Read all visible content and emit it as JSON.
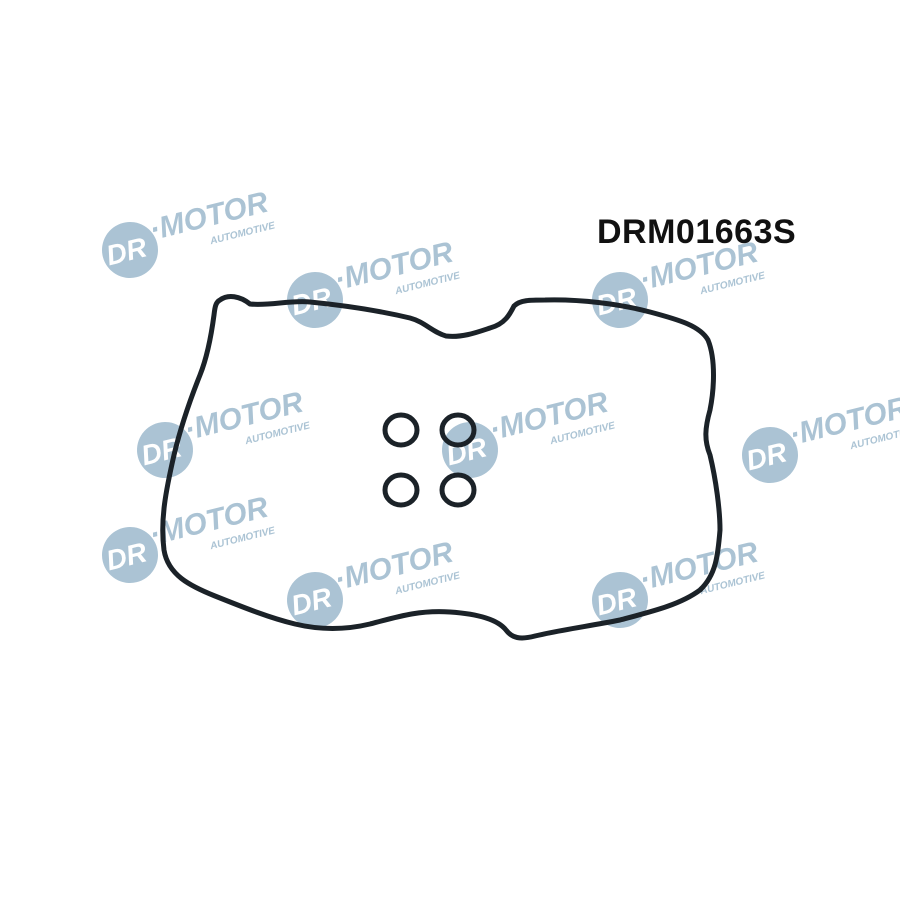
{
  "product": {
    "part_number": "DRM01663S",
    "description_icons": [
      "valve-cover-gasket",
      "o-ring-seal"
    ],
    "o_ring_count": 4
  },
  "watermark": {
    "brand": "DR.MOTOR",
    "tagline": "AUTOMOTIVE",
    "color": "#8fb0c6"
  },
  "colors": {
    "gasket": "#1b2228",
    "background": "#ffffff"
  }
}
